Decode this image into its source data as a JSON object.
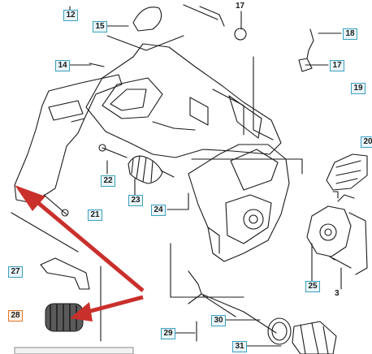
{
  "callouts": {
    "c12": "12",
    "c15": "15",
    "c17a": "17",
    "c18": "18",
    "c14": "14",
    "c17b": "17",
    "c19": "19",
    "c20": "20",
    "c22": "22",
    "c23": "23",
    "c24": "24",
    "c21": "21",
    "c27": "27",
    "c28": "28",
    "c25": "25",
    "c3": "3",
    "c29": "29",
    "c30": "30",
    "c31": "31"
  },
  "colors": {
    "arrow": "#c9302c",
    "callout_border": "#3a9fbf",
    "callout_fill": "#eaf6fb",
    "callout_highlight_border": "#e07a2e",
    "line": "#1a1a1a"
  }
}
